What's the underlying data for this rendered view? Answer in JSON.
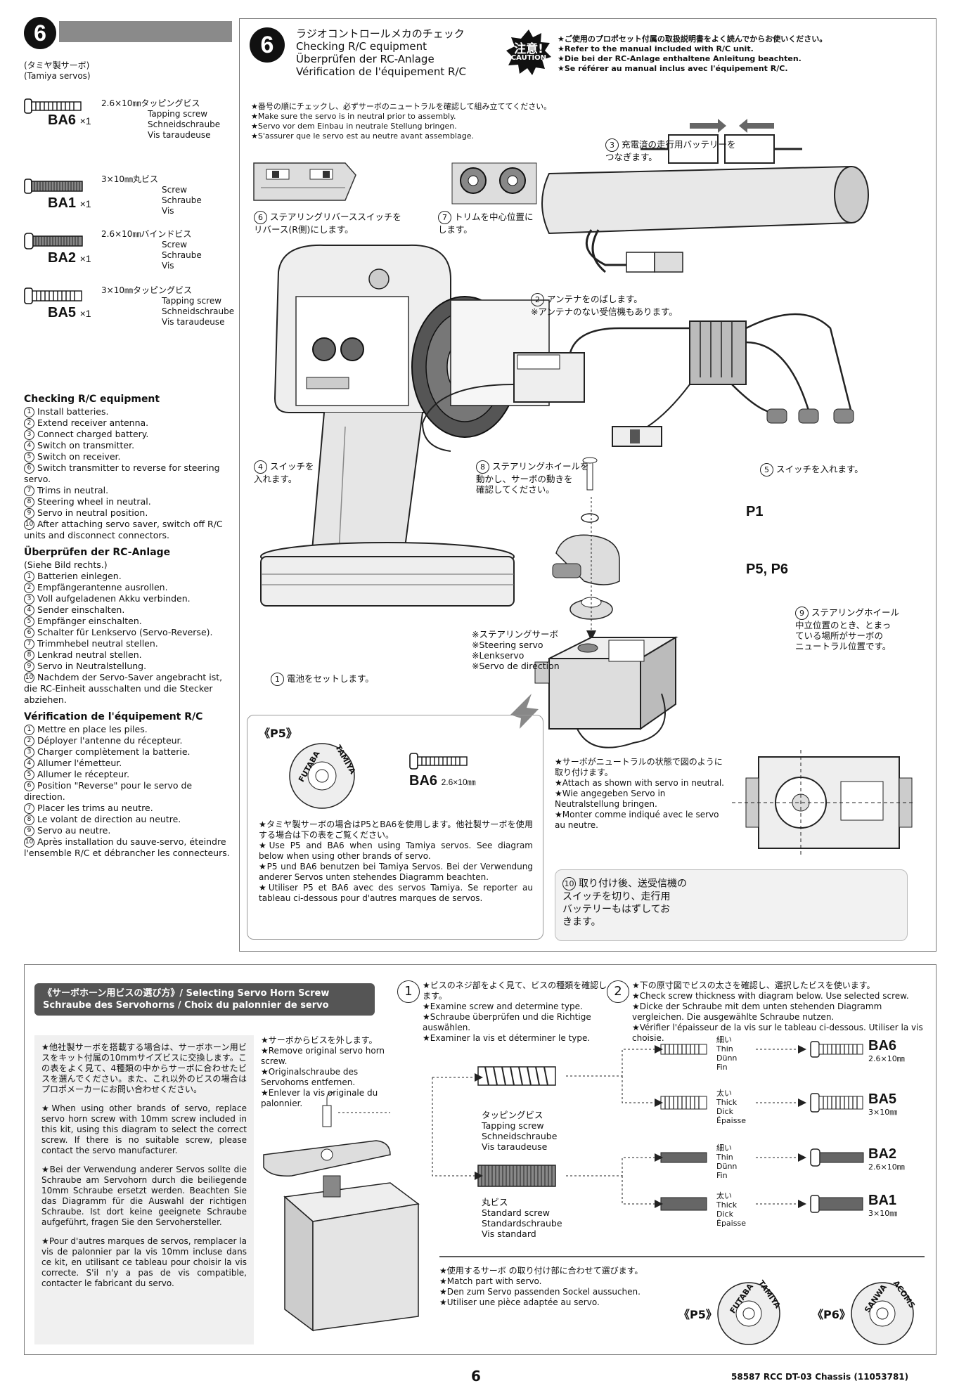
{
  "left_column": {
    "step_number": "6",
    "servo_heading": "(タミヤ製サーボ)\n(Tamiya servos)",
    "screws": [
      {
        "code": "BA6",
        "qty": "×1",
        "spec": "2.6×10㎜タッピングビス",
        "names": [
          "Tapping screw",
          "Schneidschraube",
          "Vis taraudeuse"
        ]
      },
      {
        "code": "BA1",
        "qty": "×1",
        "spec": "3×10㎜丸ビス",
        "names": [
          "Screw",
          "Schraube",
          "Vis"
        ]
      },
      {
        "code": "BA2",
        "qty": "×1",
        "spec": "2.6×10㎜バインドビス",
        "names": [
          "Screw",
          "Schraube",
          "Vis"
        ]
      },
      {
        "code": "BA5",
        "qty": "×1",
        "spec": "3×10㎜タッピングビス",
        "names": [
          "Tapping screw",
          "Schneidschraube",
          "Vis taraudeuse"
        ]
      }
    ],
    "en_title": "Checking R/C equipment",
    "en_items": [
      "Install batteries.",
      "Extend receiver antenna.",
      "Connect charged battery.",
      "Switch on transmitter.",
      "Switch on receiver.",
      "Switch transmitter to reverse for steering servo.",
      "Trims in neutral.",
      "Steering wheel in neutral.",
      "Servo in neutral position.",
      "After attaching servo saver, switch off R/C units and disconnect connectors."
    ],
    "de_title": "Überprüfen der RC-Anlage",
    "de_subtitle": "(Siehe Bild rechts.)",
    "de_items": [
      "Batterien einlegen.",
      "Empfängerantenne ausrollen.",
      "Voll aufgeladenen Akku verbinden.",
      "Sender einschalten.",
      "Empfänger einschalten.",
      "Schalter für Lenkservo (Servo-Reverse).",
      "Trimmhebel neutral stellen.",
      "Lenkrad neutral stellen.",
      "Servo in Neutralstellung.",
      "Nachdem der Servo-Saver angebracht ist, die RC-Einheit ausschalten und die Stecker abziehen."
    ],
    "fr_title": "Vérification de l'équipement R/C",
    "fr_items": [
      "Mettre en place les piles.",
      "Déployer l'antenne du récepteur.",
      "Charger complètement la batterie.",
      "Allumer l'émetteur.",
      "Allumer le récepteur.",
      "Position \"Reverse\" pour le servo de direction.",
      "Placer les trims au neutre.",
      "Le volant de direction au neutre.",
      "Servo au neutre.",
      "Après installation du sauve-servo, éteindre l'ensemble R/C et débrancher les connecteurs."
    ]
  },
  "main_panel": {
    "step_number": "6",
    "title_jp": "ラジオコントロールメカのチェック",
    "title_en": "Checking R/C equipment",
    "title_de": "Überprüfen der RC-Anlage",
    "title_fr": "Vérification de l'équipement R/C",
    "caution_jp": "注意!",
    "caution_en": "CAUTION",
    "caution_lines": [
      "★ご使用のプロポセット付属の取扱説明書をよく読んでからお使いください。",
      "★Refer to the manual included with R/C unit.",
      "★Die bei der RC-Anlage enthaltene Anleitung beachten.",
      "★Se référer au manual inclus avec l'équipement R/C."
    ],
    "neutral_lines": [
      "★番号の順にチェックし、必ずサーボのニュートラルを確認して組み立ててください。",
      "★Make sure the servo is in neutral prior to assembly.",
      "★Servo vor dem Einbau in neutrale Stellung bringen.",
      "★S'assurer que le servo est au neutre avant assemblage."
    ],
    "callouts": {
      "c1": "電池をセットします。",
      "c2": "アンテナをのばします。\n※アンテナのない受信機もあります。",
      "c3": "充電済の走行用バッテリーを\nつなぎます。",
      "c4": "スイッチを\n入れます。",
      "c5": "スイッチを入れます。",
      "c6": "ステアリングリバーススイッチを\nリバース(R側)にします。",
      "c7": "トリムを中心位置に\nします。",
      "c8": "ステアリングホイールを\n動かし、サーボの動きを\n確認してください。",
      "c9": "ステアリングホイール\n中立位置のとき、とまっ\nている場所がサーボの\nニュートラル位置です。",
      "c10": "取り付け後、送受信機の\nスイッチを切り、走行用\nバッテリーもはずしてお\nきます。"
    },
    "part_p1": "P1",
    "part_p5p6": "P5, P6",
    "steering_servo": "※ステアリングサーボ\n※Steering servo\n※Lenkservo\n※Servo de direction",
    "attach_lines": [
      "★サーボがニュートラルの状態で図のように取り付けます。",
      "★Attach as shown with servo in neutral.",
      "★Wie angegeben Servo in Neutralstellung bringen.",
      "★Monter comme indiqué avec le servo au neutre."
    ],
    "p5_box": {
      "label": "《P5》",
      "brand_a": "FUTABA",
      "brand_b": "TAMIYA",
      "screw_code": "BA6",
      "screw_size": "2.6×10㎜",
      "lines": [
        "★タミヤ製サーボの場合はP5とBA6を使用します。他社製サーボを使用する場合は下の表をご覧ください。",
        "★Use P5 and BA6 when using Tamiya servos. See diagram below when using other brands of servo.",
        "★P5 und BA6 benutzen bei Tamiya Servos. Bei der Verwendung anderer Servos unten stehendes Diagramm beachten.",
        "★Utiliser P5 et BA6 avec des servos Tamiya. Se reporter au tableau ci-dessous pour d'autres marques de servos."
      ]
    }
  },
  "bottom_panel": {
    "header_line1": "《サーボホーン用ビスの選び方》/ Selecting Servo Horn Screw",
    "header_line2": "Schraube des Servohorns / Choix du palonnier de servo",
    "left_notes": [
      "★他社製サーボを搭載する場合は、サーボホーン用ビスをキット付属の10mmサイズビスに交換します。この表をよく見て、4種類の中からサーボに合わせたビスを選んでください。また、これ以外のビスの場合はプロポメーカーにお問い合わせください。",
      "★When using other brands of servo, replace servo horn screw with 10mm screw included in this kit, using this diagram to select the correct screw. If there is no suitable screw, please contact the servo manufacturer.",
      "★Bei der Verwendung anderer Servos sollte die Schraube am Servohorn durch die beiliegende 10mm Schraube ersetzt werden. Beachten Sie das Diagramm für die Auswahl der richtigen Schraube. Ist dort keine geeignete Schraube aufgeführt, fragen Sie den Servohersteller.",
      "★Pour d'autres marques de servos, remplacer la vis de palonnier par la vis 10mm incluse dans ce kit, en utilisant ce tableau pour choisir la vis correcte. S'il n'y a pas de vis compatible, contacter le fabricant du servo."
    ],
    "remove_lines": [
      "★サーボからビスを外します。",
      "★Remove original servo horn screw.",
      "★Originalschraube des Servohorns entfernen.",
      "★Enlever la vis originale du palonnier."
    ],
    "step1_lines": [
      "★ビスのネジ部をよく見て、ビスの種類を確認します。",
      "★Examine screw and determine type.",
      "★Schraube überprüfen und die Richtige auswählen.",
      "★Examiner la vis et déterminer le type."
    ],
    "step2_lines": [
      "★下の原寸図でビスの太さを確認し、選択したビスを使います。",
      "★Check screw thickness with diagram below. Use selected screw.",
      "★Dicke der Schraube mit dem unten stehenden Diagramm vergleichen. Die ausgewählte Schraube nutzen.",
      "★Vérifier l'épaisseur de la vis sur le tableau ci-dessous. Utiliser la vis choisie."
    ],
    "tapping_label": "タッピングビス\nTapping screw\nSchneidschraube\nVis taraudeuse",
    "standard_label": "丸ビス\nStandard screw\nStandardschraube\nVis standard",
    "thin_label": "細い\nThin\nDünn\nFin",
    "thick_label": "太い\nThick\nDick\nÉpaisse",
    "results": [
      {
        "code": "BA6",
        "size": "2.6×10㎜"
      },
      {
        "code": "BA5",
        "size": "3×10㎜"
      },
      {
        "code": "BA2",
        "size": "2.6×10㎜"
      },
      {
        "code": "BA1",
        "size": "3×10㎜"
      }
    ],
    "match_lines": [
      "★使用するサーボ の取り付け部に合わせて選びます。",
      "★Match part with servo.",
      "★Den zum Servo passenden Sockel aussuchen.",
      "★Utiliser une pièce adaptée au servo."
    ],
    "p5_label": "《P5》",
    "p5_brand_a": "FUTABA",
    "p5_brand_b": "TAMIYA",
    "p6_label": "《P6》",
    "p6_brand_a": "SANWA",
    "p6_brand_b": "ACOMS"
  },
  "footer": {
    "page_number": "6",
    "doc_id": "58587 RCC DT-03 Chassis (11053781)"
  }
}
